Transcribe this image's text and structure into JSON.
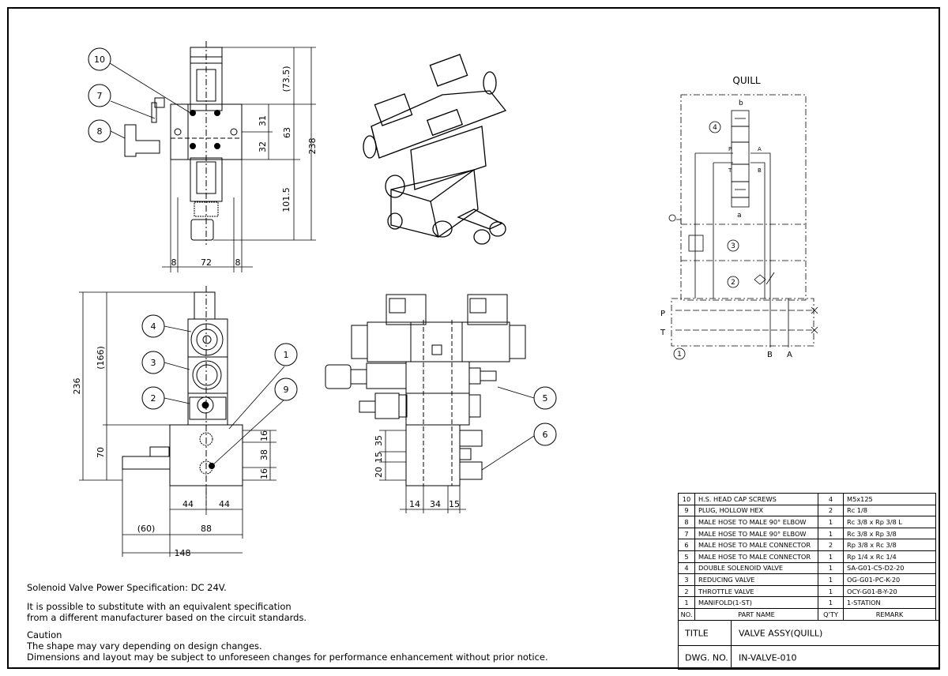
{
  "dimensions": {
    "top_left": [
      "(73.5)",
      "31",
      "32",
      "63",
      "238",
      "101.5",
      "8",
      "72",
      "8"
    ],
    "bottom_left": [
      "(166)",
      "236",
      "70",
      "16",
      "38",
      "16",
      "44",
      "44",
      "(60)",
      "88",
      "148"
    ],
    "bottom_center": [
      "35",
      "15",
      "20",
      "14",
      "34",
      "15"
    ]
  },
  "balloons": [
    "10",
    "7",
    "8",
    "4",
    "3",
    "2",
    "1",
    "9",
    "5",
    "6"
  ],
  "schematic": {
    "title": "QUILL",
    "labels": {
      "b": "b",
      "a": "a",
      "P": "P",
      "A": "A",
      "T": "T",
      "B": "B",
      "P_line": "P",
      "T_line": "T",
      "B_bottom": "B",
      "A_bottom": "A"
    },
    "balloons": [
      "4",
      "3",
      "2",
      "1"
    ]
  },
  "notes": {
    "power": "Solenoid Valve Power Specification: DC 24V.",
    "substitute_1": "It is possible to substitute with an equivalent specification",
    "substitute_2": "from a different manufacturer based on the circuit standards.",
    "caution_title": "Caution",
    "caution_1": "The shape may vary depending on design changes.",
    "caution_2": "Dimensions and layout may be subject to unforeseen changes for performance enhancement without prior notice."
  },
  "bom": {
    "headers": {
      "no": "NO.",
      "name": "PART NAME",
      "qty": "Q'TY",
      "remark": "REMARK"
    },
    "rows": [
      {
        "no": "10",
        "name": "H.S. HEAD CAP SCREWS",
        "qty": "4",
        "remark": "M5x125"
      },
      {
        "no": "9",
        "name": "PLUG, HOLLOW HEX",
        "qty": "2",
        "remark": "Rc 1/8"
      },
      {
        "no": "8",
        "name": "MALE HOSE TO MALE 90° ELBOW",
        "qty": "1",
        "remark": "Rc 3/8 x Rp 3/8 L"
      },
      {
        "no": "7",
        "name": "MALE HOSE TO MALE 90° ELBOW",
        "qty": "1",
        "remark": "Rc 3/8 x Rp 3/8"
      },
      {
        "no": "6",
        "name": "MALE HOSE TO MALE CONNECTOR",
        "qty": "2",
        "remark": "Rp 3/8 x Rc 3/8"
      },
      {
        "no": "5",
        "name": "MALE HOSE TO MALE CONNECTOR",
        "qty": "1",
        "remark": "Rp 1/4 x Rc 1/4"
      },
      {
        "no": "4",
        "name": "DOUBLE SOLENOID VALVE",
        "qty": "1",
        "remark": "SA-G01-C5-D2-20"
      },
      {
        "no": "3",
        "name": "REDUCING VALVE",
        "qty": "1",
        "remark": "OG-G01-PC-K-20"
      },
      {
        "no": "2",
        "name": "THROTTLE VALVE",
        "qty": "1",
        "remark": "OCY-G01-B-Y-20"
      },
      {
        "no": "1",
        "name": "MANIFOLD(1-ST)",
        "qty": "1",
        "remark": "1-STATION"
      }
    ]
  },
  "title_block": {
    "title_label": "TITLE",
    "title_value": "VALVE ASSY(QUILL)",
    "dwg_label": "DWG. NO.",
    "dwg_value": "IN-VALVE-010"
  }
}
